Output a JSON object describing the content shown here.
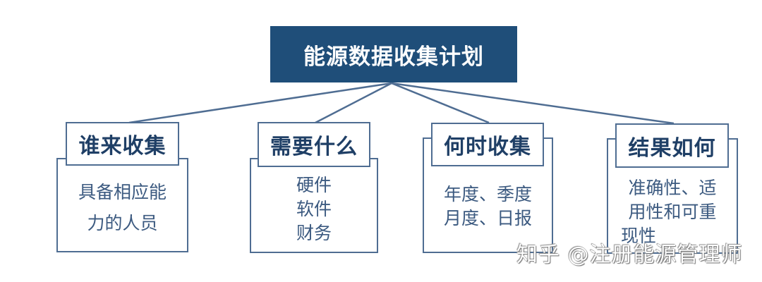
{
  "diagram": {
    "title": "能源数据收集计划",
    "colors": {
      "title_bg": "#1f4e79",
      "title_text": "#ffffff",
      "border": "#4f6d92",
      "header_text": "#1f3f66",
      "body_text": "#3c5a80"
    },
    "cards": [
      {
        "header": "谁来收集",
        "lines": [
          "具备相应能",
          "力的人员"
        ]
      },
      {
        "header": "需要什么",
        "lines": [
          "硬件",
          "软件",
          "财务"
        ]
      },
      {
        "header": "何时收集",
        "lines": [
          "年度、季度",
          "月度、日报"
        ]
      },
      {
        "header": "结果如何",
        "lines": [
          "准确性、适",
          "用性和可重",
          "现性"
        ]
      }
    ]
  },
  "watermark": "知乎 @注册能源管理师"
}
